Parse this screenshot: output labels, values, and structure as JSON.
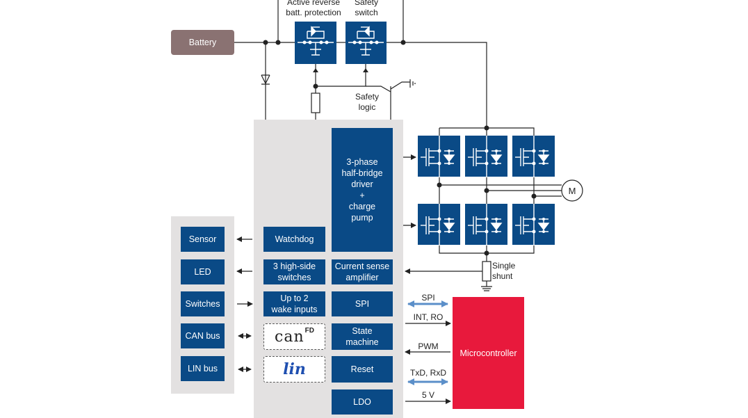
{
  "labels": {
    "active_reverse": "Active reverse\nbatt. protection",
    "safety_switch": "Safety\nswitch",
    "safety_logic": "Safety\nlogic",
    "single_shunt": "Single\nshunt",
    "motor": "M"
  },
  "blocks": {
    "battery": "Battery",
    "driver": "3-phase\nhalf-bridge\ndriver\n+\ncharge\npump",
    "watchdog": "Watchdog",
    "high_side": "3 high-side\nswitches",
    "current_sense": "Current sense\namplifier",
    "wake_inputs": "Up to 2\nwake inputs",
    "spi": "SPI",
    "state_machine": "State\nmachine",
    "reset": "Reset",
    "ldo": "LDO",
    "microcontroller": "Microcontroller"
  },
  "peripherals": [
    "Sensor",
    "LED",
    "Switches",
    "CAN bus",
    "LIN bus"
  ],
  "logos": {
    "can": "can",
    "can_fd": "FD",
    "lin": "lin"
  },
  "signals": {
    "spi": "SPI",
    "int_ro": "INT, RO",
    "pwm": "PWM",
    "txd_rxd": "TxD, RxD",
    "v5": "5 V"
  },
  "colors": {
    "block_blue": "#0a4a86",
    "battery_mauve": "#8a7272",
    "micro_red": "#e8193c",
    "panel_grey": "#e3e1e1",
    "bus_arrow": "#5b8fc9"
  }
}
